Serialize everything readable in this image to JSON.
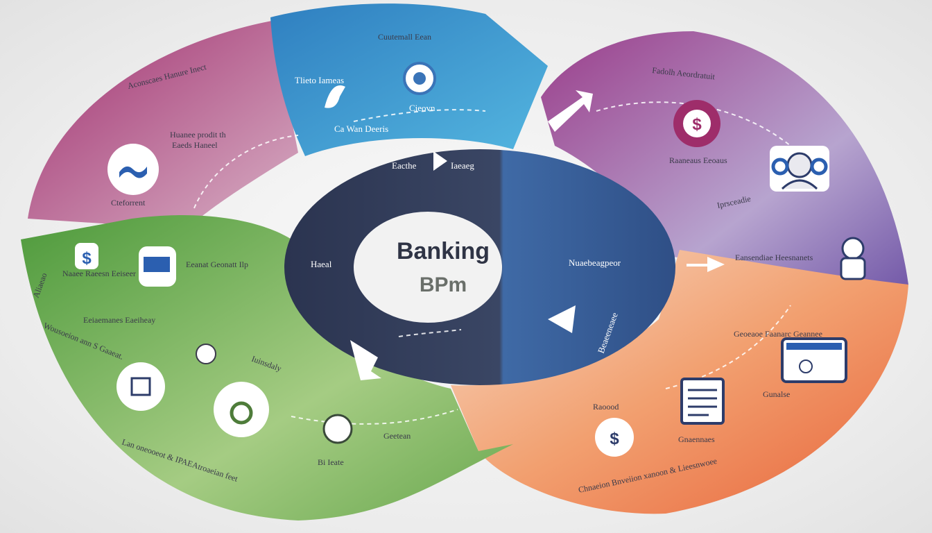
{
  "center": {
    "title": "Banking",
    "subtitle": "BPm"
  },
  "colors": {
    "navy": "#2f3a55",
    "blue": "#3f6fae",
    "sky": "#3e9fd4",
    "magenta": "#a3407f",
    "purple": "#7a5aa8",
    "orange": "#ea6f3c",
    "green": "#6aa84f"
  },
  "segments": {
    "top_left": {
      "title": "Aconscaes Hanure Inect",
      "labels": [
        "Huanee prodit th",
        "Eaeds Haneel",
        "Cteforrent"
      ]
    },
    "top": {
      "title": "Cuutemall Eean",
      "labels": [
        "Tlieto Iameas",
        "Cieovn",
        "Ca Wan Deeris"
      ]
    },
    "right": {
      "title": "Fadolh Aeordratuit",
      "labels": [
        "Raaneaus Eeoaus",
        "Iprsceadie",
        "Eansendiae Heesnanets"
      ]
    },
    "bottom_right": {
      "title": "Chnaeion Bnveiion xanoon & Lieesnwoee",
      "labels": [
        "Geoeaoe Faanarc Geannee",
        "Raoood",
        "Gnaennaes",
        "Gunalse"
      ]
    },
    "bottom_left": {
      "title": "Lan oneooeot & IPAEAtroaeian feet",
      "labels": [
        "Naaee Raeesn Eeiseer",
        "Eeiaemanes Eaeiheay",
        "Wousoeion ann S Gaaeat.",
        "Aliaeao",
        "Eeanat Geonatt Ilp",
        "Geetean",
        "Bi Ieate",
        "Iuinsdaly"
      ]
    },
    "ring": {
      "labels": [
        "Eacthe",
        "Iaeaeg",
        "Haeal",
        "Nuaebeagpeor",
        "Beaeeneaee"
      ]
    }
  },
  "icons": [
    "handshake-icon",
    "bird-icon",
    "globe-icon",
    "dollar-gear-icon",
    "person-headset-icon",
    "banker-icon",
    "dollar-shield-icon",
    "id-card-icon",
    "document-icon",
    "certificate-icon",
    "money-bag-icon",
    "coin-icon",
    "scroll-icon",
    "bull-icon",
    "exchange-icon"
  ]
}
